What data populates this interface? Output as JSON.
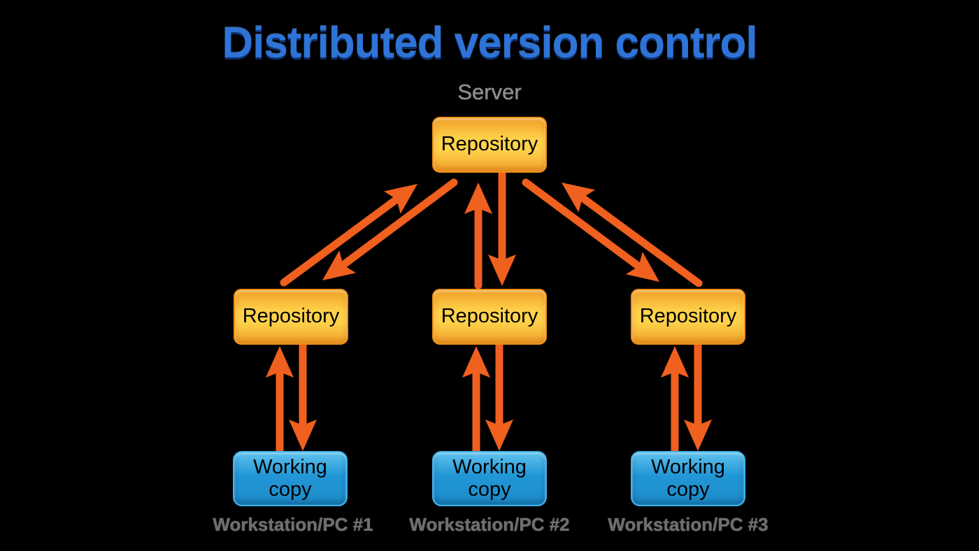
{
  "title": "Distributed version control",
  "server_label": "Server",
  "server_repository": {
    "label": "Repository"
  },
  "clients": [
    {
      "repository_label": "Repository",
      "working_copy_label": "Working copy",
      "workstation_label": "Workstation/PC #1"
    },
    {
      "repository_label": "Repository",
      "working_copy_label": "Working copy",
      "workstation_label": "Workstation/PC #2"
    },
    {
      "repository_label": "Repository",
      "working_copy_label": "Working copy",
      "workstation_label": "Workstation/PC #3"
    }
  ],
  "colors": {
    "background": "#000000",
    "title_blue": "#2E74D8",
    "title_shadow": "#10306E",
    "server_label_gray": "#8E8E8E",
    "workstation_label_gray": "#6E6E6E",
    "repo_border": "#F08F15",
    "repo_gradient_top": "#F0A028",
    "repo_gradient_mid": "#FFD24A",
    "repo_gradient_bottom": "#F2A32D",
    "working_border": "#3FB3EC",
    "working_gradient_top": "#5FC2EE",
    "working_gradient_mid": "#2196D6",
    "working_gradient_bottom": "#1E8CC9",
    "arrow_orange": "#F0601E",
    "box_text": "#000000"
  }
}
